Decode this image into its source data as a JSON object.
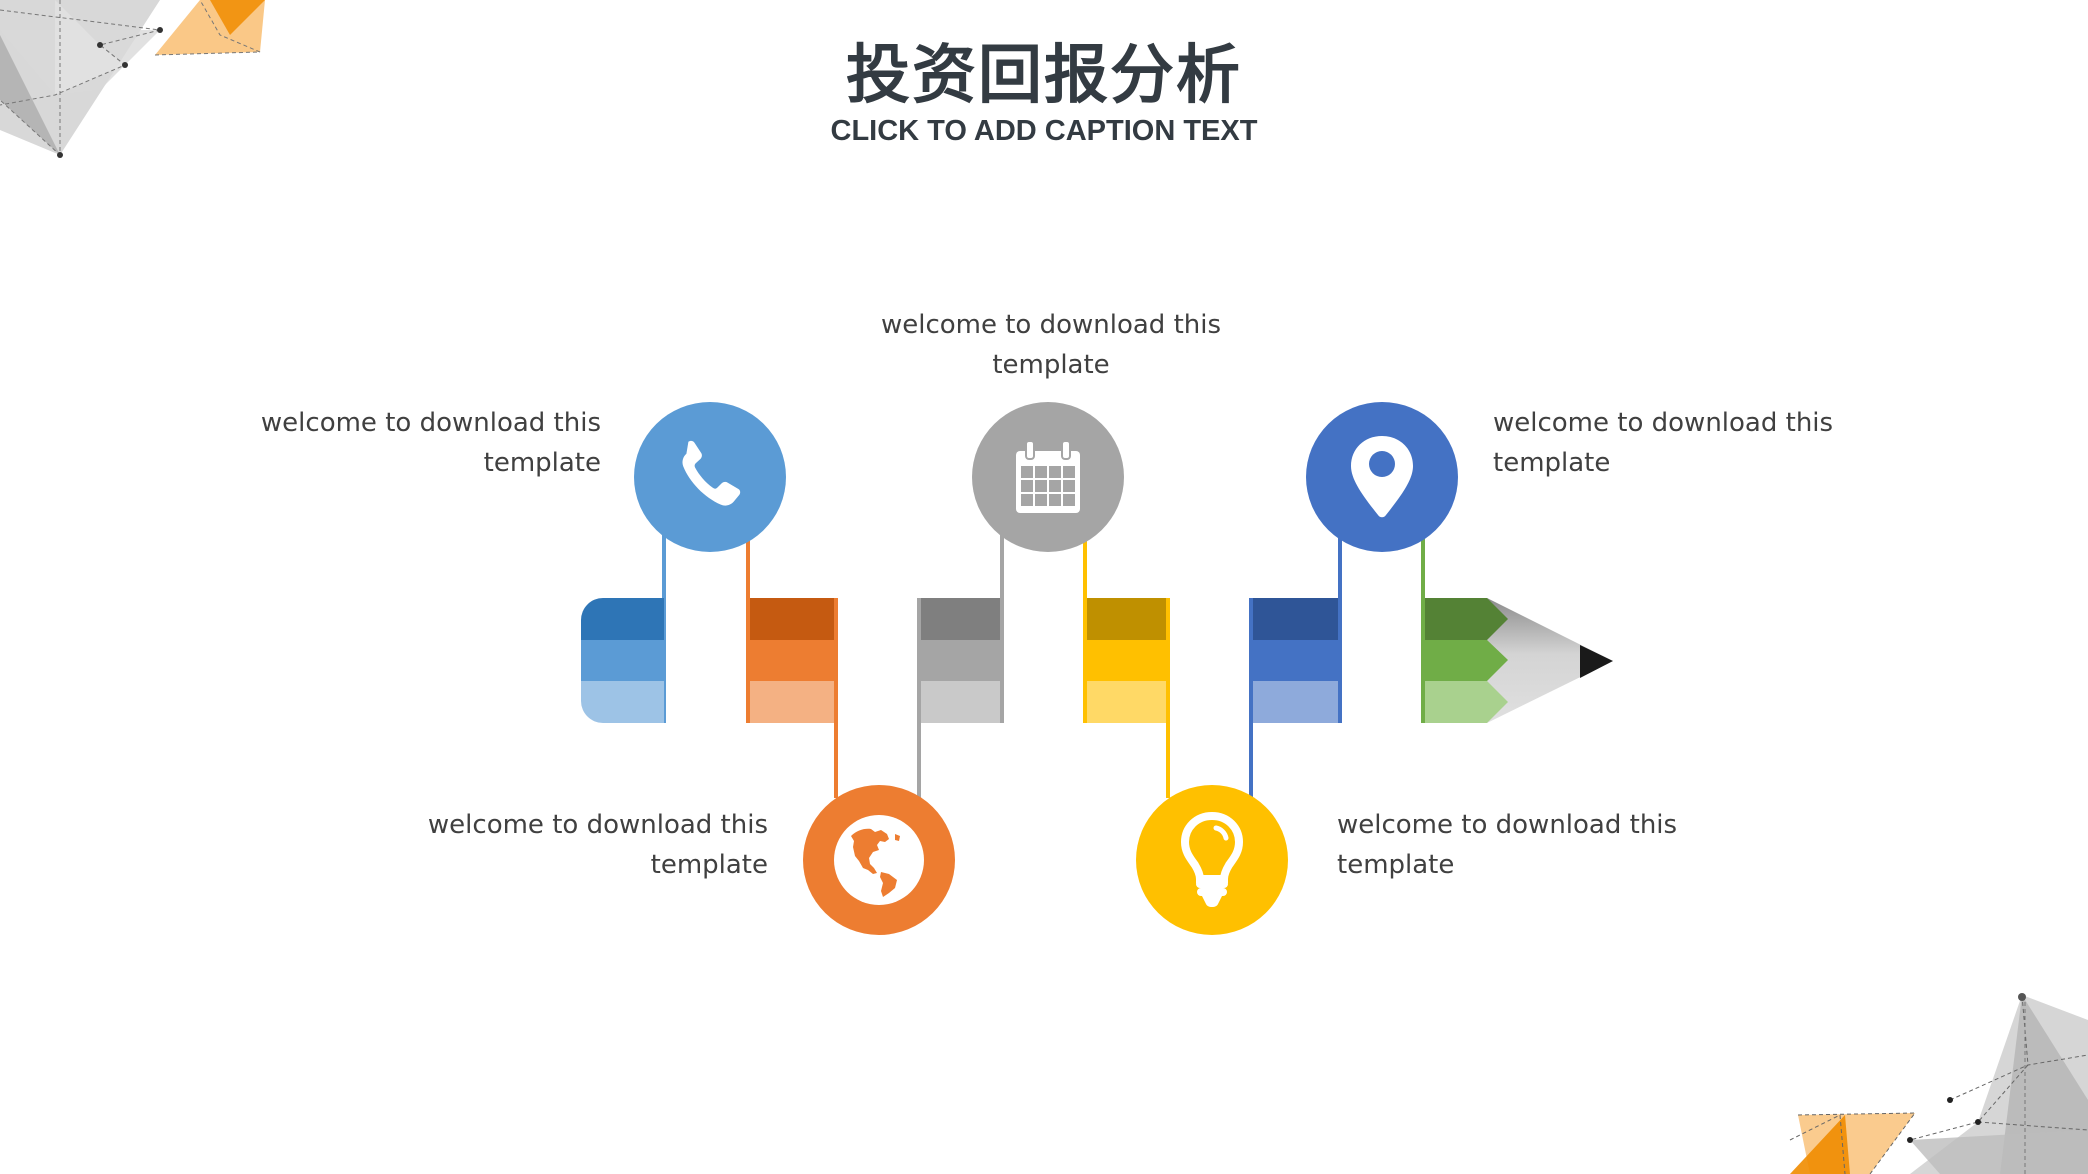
{
  "slide": {
    "title": "投资回报分析",
    "caption": "CLICK TO ADD CAPTION TEXT"
  },
  "colors": {
    "blue": "#5b9bd5",
    "orange": "#ed7d31",
    "gray": "#a5a5a5",
    "yellow": "#ffc000",
    "dark_blue": "#4472c4",
    "green": "#70ad47",
    "text": "#404040",
    "title": "#333b42"
  },
  "timeline": {
    "items": [
      {
        "id": "phone",
        "icon": "phone-icon",
        "position": "top",
        "color": "#5b9bd5",
        "text_line1": "welcome to download this",
        "text_line2": "template",
        "stripes": [
          "#2e75b6",
          "#5b9bd5",
          "#9dc3e6"
        ]
      },
      {
        "id": "globe",
        "icon": "globe-icon",
        "position": "bottom",
        "color": "#ed7d31",
        "text_line1": "welcome to download this",
        "text_line2": "template",
        "stripes": [
          "#c55a11",
          "#ed7d31",
          "#f4b183"
        ]
      },
      {
        "id": "calendar",
        "icon": "calendar-icon",
        "position": "top",
        "color": "#a5a5a5",
        "text_line1": "welcome to download this",
        "text_line2": "template",
        "stripes": [
          "#7f7f7f",
          "#a5a5a5",
          "#c9c9c9"
        ]
      },
      {
        "id": "lightbulb",
        "icon": "lightbulb-icon",
        "position": "bottom",
        "color": "#ffc000",
        "text_line1": "welcome to download this",
        "text_line2": "template",
        "stripes": [
          "#bf9000",
          "#ffc000",
          "#ffd966"
        ]
      },
      {
        "id": "location",
        "icon": "location-pin-icon",
        "position": "top",
        "color": "#4472c4",
        "text_line1": "welcome to download this",
        "text_line2": "template",
        "stripes": [
          "#2f5597",
          "#4472c4",
          "#8eaadb"
        ]
      },
      {
        "id": "pencil-tip",
        "icon": "pencil-tip-icon",
        "position": "end",
        "color": "#70ad47",
        "stripes": [
          "#548235",
          "#70ad47",
          "#a9d18e"
        ]
      }
    ]
  }
}
